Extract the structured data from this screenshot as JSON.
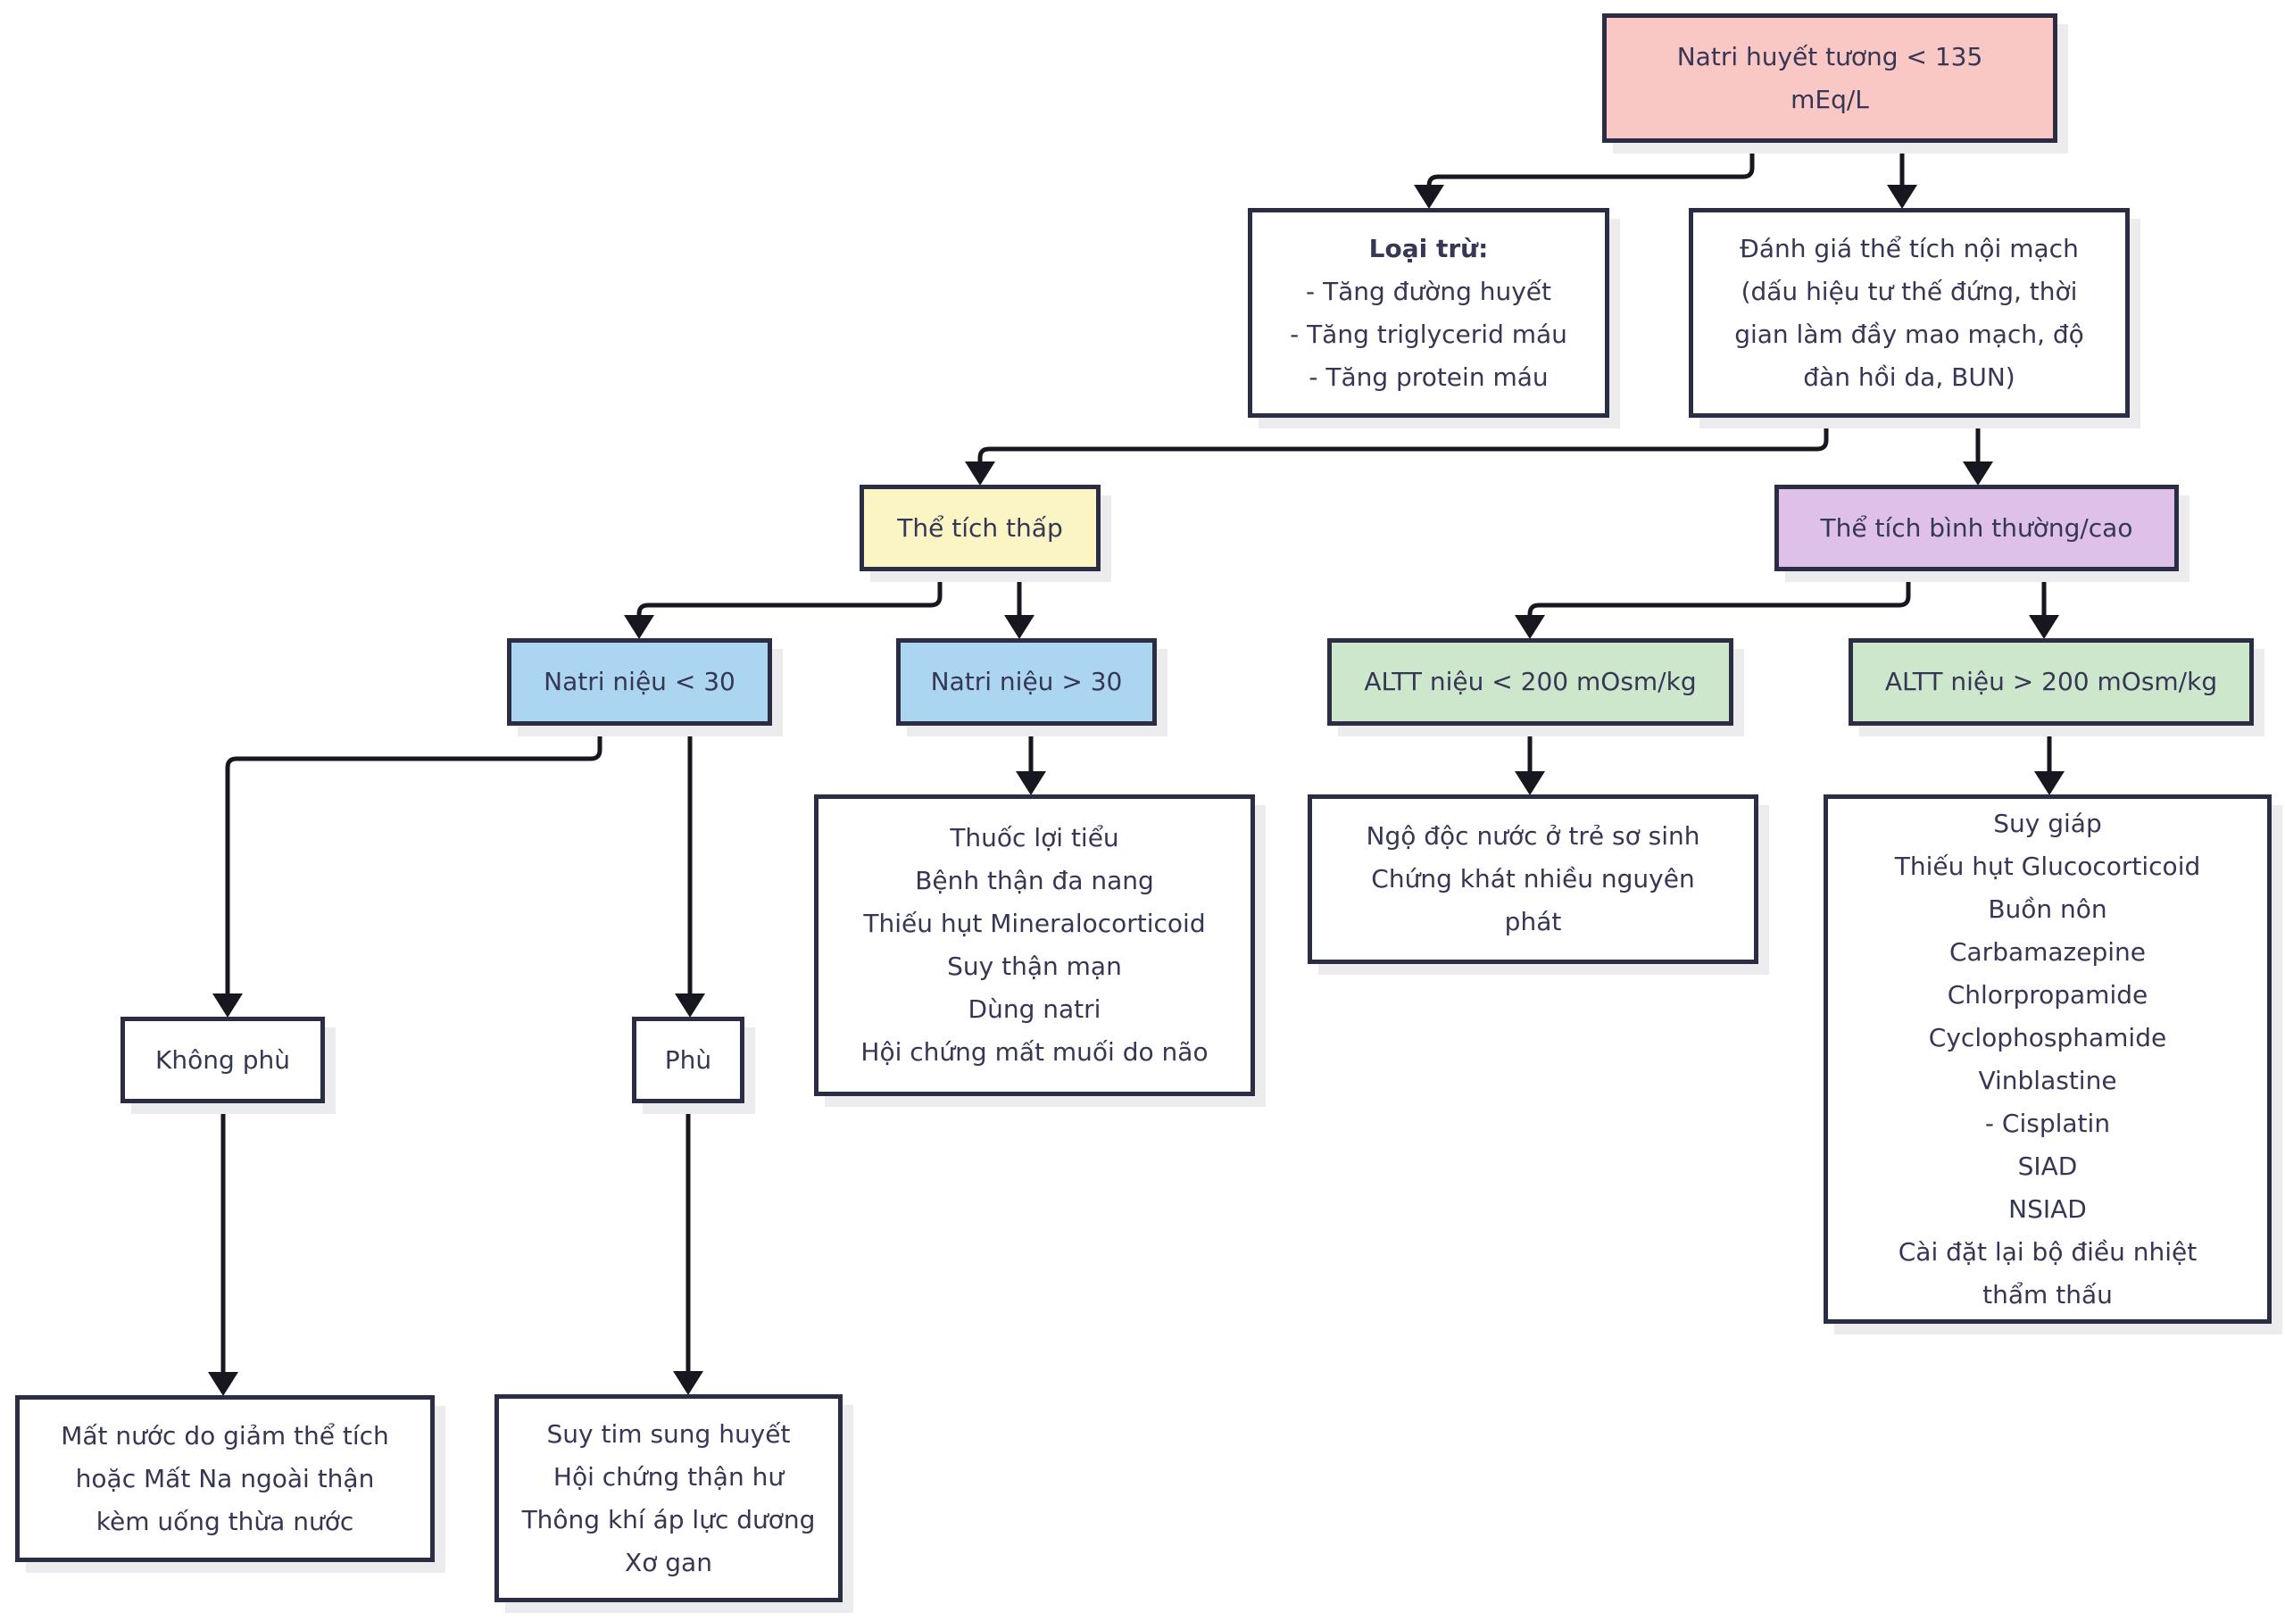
{
  "colors": {
    "pink": "#f9c7c4",
    "yellow": "#fbf4c5",
    "purple": "#dfc0e8",
    "blue": "#abd5f0",
    "green": "#cde7cc",
    "white": "#ffffff",
    "border": "#2b2d45",
    "text": "#363655",
    "line": "#17171f",
    "shadow": "#ececef"
  },
  "nodes": {
    "plasma_sodium": {
      "lines": [
        "Natri huyết tương < 135",
        "mEq/L"
      ]
    },
    "exclusions": {
      "title": "Loại trừ:",
      "lines": [
        "- Tăng đường huyết",
        "- Tăng triglycerid máu",
        "- Tăng protein máu"
      ]
    },
    "assess_volume": {
      "lines": [
        "Đánh giá thể tích nội mạch",
        "(dấu hiệu tư thế đứng, thời",
        "gian làm đầy mao mạch, độ",
        "đàn hồi da, BUN)"
      ]
    },
    "low_volume": {
      "label": "Thể tích thấp"
    },
    "normal_high_volume": {
      "label": "Thể tích bình thường/cao"
    },
    "urine_na_low": {
      "label": "Natri niệu < 30"
    },
    "urine_na_high": {
      "label": "Natri niệu > 30"
    },
    "urine_osm_low": {
      "label": "ALTT niệu < 200 mOsm/kg"
    },
    "urine_osm_high": {
      "label": "ALTT niệu > 200 mOsm/kg"
    },
    "renal_salt_loss_causes": {
      "lines": [
        "Thuốc lợi tiểu",
        "Bệnh thận đa nang",
        "Thiếu hụt Mineralocorticoid",
        "Suy thận mạn",
        "Dùng natri",
        "Hội chứng mất muối do não"
      ]
    },
    "water_intoxication": {
      "lines": [
        "Ngộ độc nước ở trẻ sơ sinh",
        "Chứng khát nhiều nguyên",
        "phát"
      ]
    },
    "siad_causes": {
      "lines": [
        "Suy giáp",
        "Thiếu hụt Glucocorticoid",
        "Buồn nôn",
        "Carbamazepine",
        "Chlorpropamide",
        "Cyclophosphamide",
        "Vinblastine",
        "- Cisplatin",
        "SIAD",
        "NSIAD",
        "Cài đặt lại bộ điều nhiệt",
        "thẩm thấu"
      ]
    },
    "no_edema": {
      "label": "Không phù"
    },
    "edema": {
      "label": "Phù"
    },
    "dehydration": {
      "lines": [
        "Mất nước do giảm thể tích",
        "hoặc Mất Na ngoài thận",
        "kèm uống thừa nước"
      ]
    },
    "edema_causes": {
      "lines": [
        "Suy tim sung huyết",
        "Hội chứng thận hư",
        "Thông khí áp lực dương",
        "Xơ gan"
      ]
    }
  }
}
